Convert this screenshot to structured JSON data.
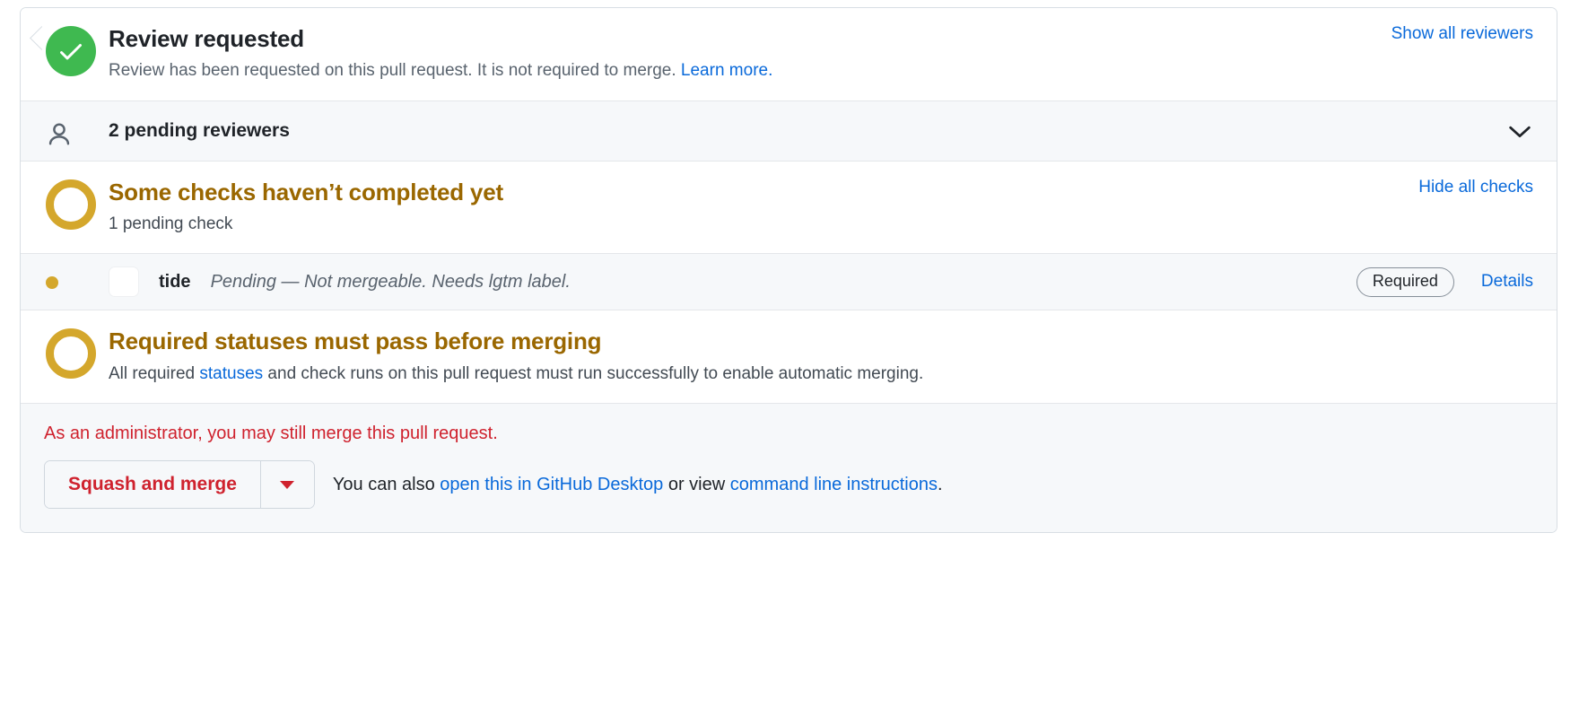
{
  "colors": {
    "success": "#3fb950",
    "pending": "#d4a72c",
    "pending_text": "#9a6700",
    "link": "#0969da",
    "danger": "#cf222e",
    "border": "#d8dee4",
    "row_grey": "#f6f8fa"
  },
  "review": {
    "title": "Review requested",
    "description_before": "Review has been requested on this pull request. It is not required to merge.",
    "learn_more": "Learn more.",
    "show_all": "Show all reviewers",
    "icon": "check-circle-icon"
  },
  "reviewers": {
    "label": "2 pending reviewers",
    "icon": "person-icon",
    "expand_icon": "chevron-down-icon"
  },
  "checks": {
    "title": "Some checks haven’t completed yet",
    "subtitle": "1 pending check",
    "toggle_label": "Hide all checks",
    "icon": "pending-circle-icon",
    "items": [
      {
        "status_icon": "pending-dot-icon",
        "avatar": "check-avatar",
        "name": "tide",
        "description": "Pending — Not mergeable. Needs lgtm label.",
        "badge": "Required",
        "details_label": "Details"
      }
    ]
  },
  "required_statuses": {
    "title": "Required statuses must pass before merging",
    "desc_before": "All required ",
    "desc_link": "statuses",
    "desc_after": " and check runs on this pull request must run successfully to enable automatic merging.",
    "icon": "pending-circle-icon"
  },
  "merge": {
    "admin_note": "As an administrator, you may still merge this pull request.",
    "button_label": "Squash and merge",
    "caret_icon": "caret-down-icon",
    "help_before": "You can also ",
    "help_link_desktop": "open this in GitHub Desktop",
    "help_middle": " or view ",
    "help_link_cli": "command line instructions",
    "help_after": "."
  }
}
